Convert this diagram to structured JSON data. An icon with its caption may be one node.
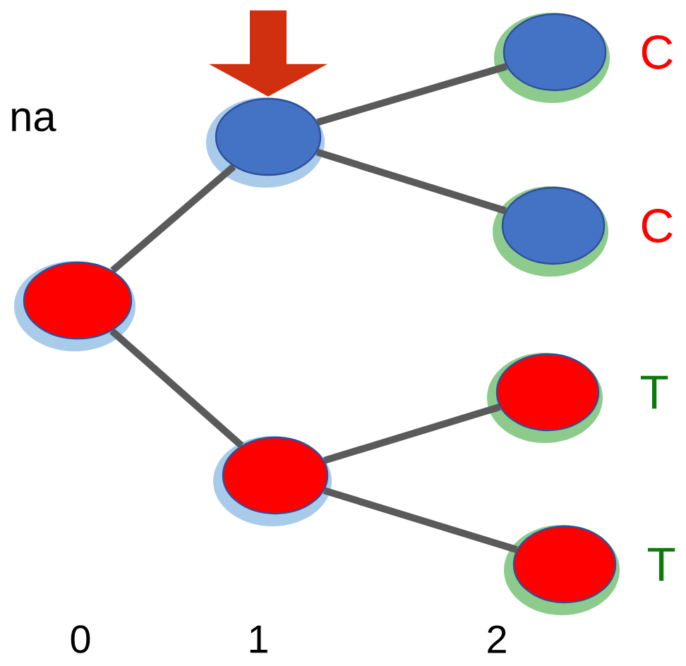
{
  "diagram": {
    "nodes": [
      {
        "text": [],
        "shape": "circle"
      },
      {
        "text": [],
        "shape": "circle"
      },
      {
        "text": [],
        "shape": "circle"
      },
      {
        "text": [],
        "shape": "circle",
        "beside": [
          "C"
        ]
      },
      {
        "text": [],
        "shape": "circle",
        "beside": [
          "C"
        ]
      },
      {
        "text": [],
        "shape": "circle",
        "beside": [
          "T"
        ]
      },
      {
        "text": [],
        "shape": "circle",
        "beside": [
          "T"
        ]
      }
    ],
    "edges": [
      {
        "from": 0,
        "to": 1,
        "arrow": "none"
      },
      {
        "from": 0,
        "to": 2,
        "arrow": "none"
      },
      {
        "from": 1,
        "to": 3,
        "arrow": "none"
      },
      {
        "from": 1,
        "to": 4,
        "arrow": "none"
      },
      {
        "from": 2,
        "to": 5,
        "arrow": "none"
      },
      {
        "from": 2,
        "to": 6,
        "arrow": "none"
      },
      {
        "from": null,
        "to": 1,
        "arrow": "to",
        "style": "thick",
        "color": "#d0300f"
      }
    ],
    "labels": [
      "na",
      "0",
      "1",
      "2"
    ]
  }
}
